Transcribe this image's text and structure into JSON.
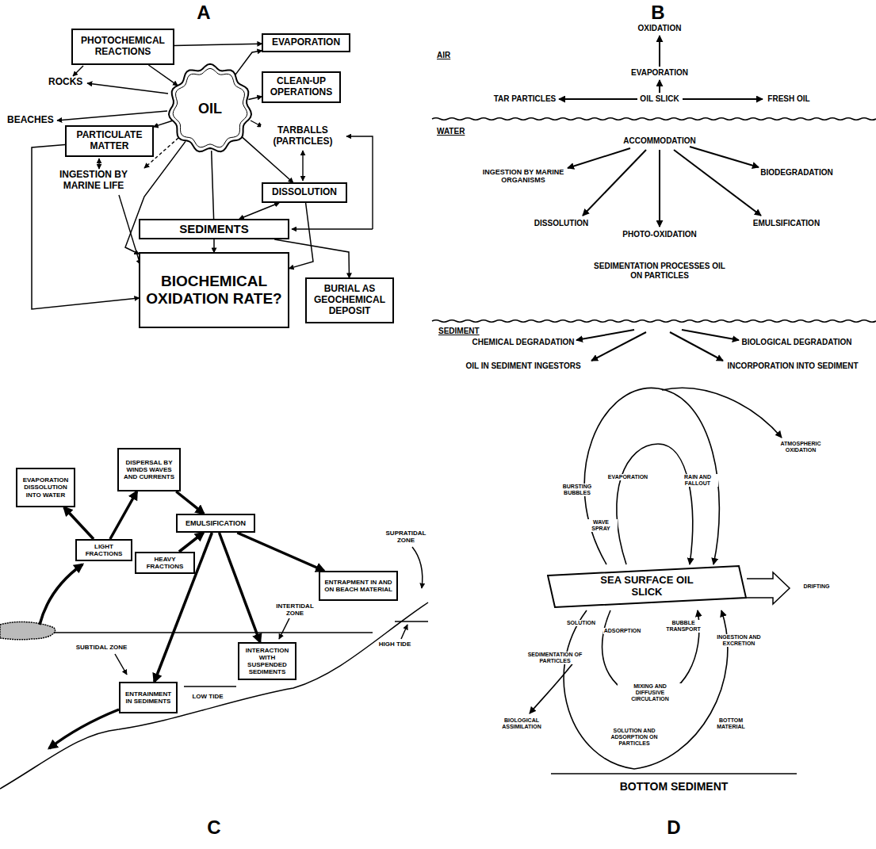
{
  "diagram": {
    "nodes": [
      {
        "text": [
          "PHOTOCHEMICAL REACTIONS"
        ]
      },
      {
        "text": [
          "EVAPORATION"
        ]
      },
      {
        "text": [
          "CLEAN-UP OPERATIONS"
        ]
      },
      {
        "text": [
          "OIL"
        ]
      },
      {
        "text": [
          "PARTICULATE MATTER"
        ]
      },
      {
        "text": [
          "DISSOLUTION"
        ]
      },
      {
        "text": [
          "SEDIMENTS"
        ]
      },
      {
        "text": [
          "BIOCHEMICAL OXIDATION RATE?"
        ]
      },
      {
        "text": [
          "BURIAL AS GEOCHEMICAL DEPOSIT"
        ]
      },
      {
        "text": [
          "EVAPORATION DISSOLUTION INTO WATER"
        ]
      },
      {
        "text": [
          "DISPERSAL BY WINDS WAVES AND CURRENTS"
        ]
      },
      {
        "text": [
          "LIGHT FRACTIONS"
        ]
      },
      {
        "text": [
          "HEAVY FRACTIONS"
        ]
      },
      {
        "text": [
          "EMULSIFICATION"
        ]
      },
      {
        "text": [
          "ENTRAPMENT IN AND ON BEACH MATERIAL"
        ]
      },
      {
        "text": [
          "INTERACTION WITH SUSPENDED SEDIMENTS"
        ]
      },
      {
        "text": [
          "ENTRAINMENT IN SEDIMENTS"
        ]
      },
      {
        "text": [
          "SEA SURFACE OIL SLICK"
        ]
      }
    ],
    "edges": [
      {
        "from": 0,
        "to": 1,
        "arrow": "to"
      },
      {
        "from": 3,
        "to": 1,
        "arrow": "to"
      },
      {
        "from": 3,
        "to": 2,
        "arrow": "to"
      },
      {
        "from": 0,
        "to": 3,
        "arrow": "to"
      },
      {
        "from": 3,
        "to": 5,
        "arrow": "to"
      },
      {
        "from": 3,
        "to": 6,
        "arrow": "none"
      },
      {
        "from": 3,
        "to": 7,
        "arrow": "to"
      },
      {
        "from": 5,
        "to": 6,
        "arrow": "both"
      },
      {
        "from": 5,
        "to": 7,
        "arrow": "to"
      },
      {
        "from": 6,
        "to": 7,
        "arrow": "to"
      },
      {
        "from": 6,
        "to": 8,
        "arrow": "to"
      },
      {
        "from": 4,
        "to": 7,
        "arrow": "to"
      },
      {
        "from": 3,
        "to": 4,
        "arrow": "to"
      },
      {
        "from": 11,
        "to": 9,
        "arrow": "to"
      },
      {
        "from": 11,
        "to": 10,
        "arrow": "to"
      },
      {
        "from": 10,
        "to": 13,
        "arrow": "to"
      },
      {
        "from": 12,
        "to": 13,
        "arrow": "to"
      },
      {
        "from": 13,
        "to": 16,
        "arrow": "to"
      },
      {
        "from": 13,
        "to": 15,
        "arrow": "to"
      },
      {
        "from": 13,
        "to": 14,
        "arrow": "to"
      }
    ],
    "labels": [
      "A",
      "ROCKS",
      "BEACHES",
      "TARBALLS (PARTICLES)",
      "INGESTION BY MARINE LIFE",
      "B",
      "AIR",
      "OXIDATION",
      "EVAPORATION",
      "TAR PARTICLES",
      "OIL SLICK",
      "FRESH OIL",
      "WATER",
      "ACCOMMODATION",
      "INGESTION BY MARINE ORGANISMS",
      "BIODEGRADATION",
      "DISSOLUTION",
      "EMULSIFICATION",
      "PHOTO-OXIDATION",
      "SEDIMENTATION PROCESSES OIL ON PARTICLES",
      "SEDIMENT",
      "CHEMICAL DEGRADATION",
      "BIOLOGICAL DEGRADATION",
      "OIL IN SEDIMENT INGESTORS",
      "INCORPORATION INTO SEDIMENT",
      "SUPRATIDAL ZONE",
      "INTERTIDAL ZONE",
      "HIGH TIDE",
      "SUBTIDAL ZONE",
      "LOW TIDE",
      "C",
      "ATMOSPHERIC OXIDATION",
      "BURSTING BUBBLES",
      "EVAPORATION",
      "RAIN AND FALLOUT",
      "WAVE SPRAY",
      "DRIFTING",
      "SOLUTION",
      "ADSORPTION",
      "BUBBLE TRANSPORT",
      "INGESTION AND EXCRETION",
      "SEDIMENTATION OF PARTICLES",
      "MIXING AND DIFFUSIVE CIRCULATION",
      "BIOLOGICAL ASSIMILATION",
      "SOLUTION AND ADSORPTION ON PARTICLES",
      "BOTTOM MATERIAL",
      "BOTTOM SEDIMENT",
      "D"
    ]
  }
}
